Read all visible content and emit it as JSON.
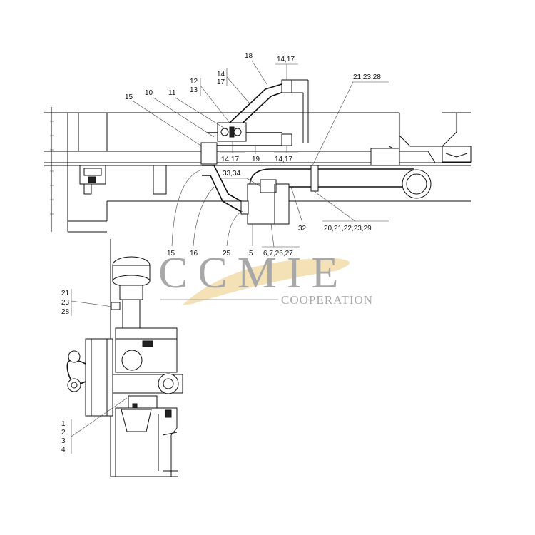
{
  "callouts": {
    "c18": "18",
    "c14_17_top": "14,17",
    "c21_23_28_top": "21,23,28",
    "c14_a": "14",
    "c17_a": "17",
    "c12": "12",
    "c13": "13",
    "c15_top": "15",
    "c10": "10",
    "c11": "11",
    "c14_17_mid1": "14,17",
    "c19": "19",
    "c14_17_mid2": "14,17",
    "c33_34": "33,34",
    "c32": "32",
    "c20_29": "20,21,22,23,29",
    "c15_bot": "15",
    "c16": "16",
    "c25": "25",
    "c5": "5",
    "c6_27": "6,7,26,27",
    "c21": "21",
    "c23": "23",
    "c28": "28",
    "c1": "1",
    "c2": "2",
    "c3": "3",
    "c4": "4"
  },
  "watermark": {
    "brand": "CCMIE",
    "sub": "COOPERATION",
    "color": "#9a9a9a",
    "swoosh_color": "#e8c060"
  }
}
